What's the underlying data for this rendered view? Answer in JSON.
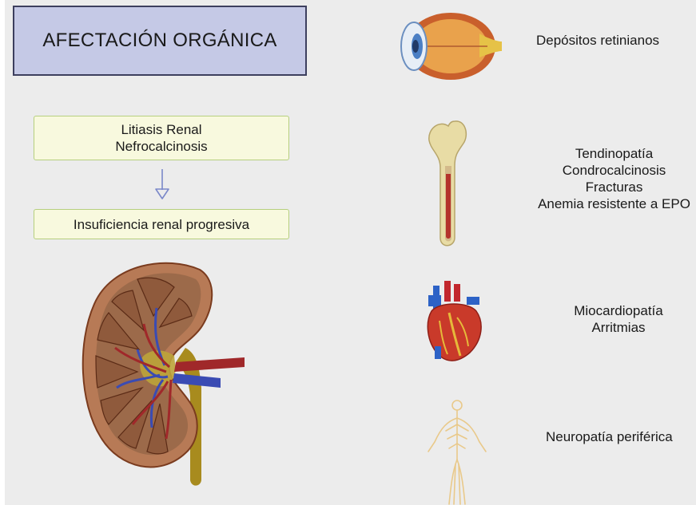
{
  "title": "AFECTACIÓN ORGÁNICA",
  "renal_box": {
    "line1": "Litiasis Renal",
    "line2": "Nefrocalcinosis"
  },
  "progression_box": "Insuficiencia renal progresiva",
  "organs": [
    {
      "icon": "eye-icon",
      "lines": [
        "Depósitos retinianos"
      ]
    },
    {
      "icon": "bone-icon",
      "lines": [
        "Tendinopatía",
        "Condrocalcinosis",
        "Fracturas",
        "Anemia resistente a EPO"
      ]
    },
    {
      "icon": "heart-icon",
      "lines": [
        "Miocardiopatía",
        "Arritmias"
      ]
    },
    {
      "icon": "nervous-system-icon",
      "lines": [
        "Neuropatía periférica"
      ]
    }
  ],
  "colors": {
    "background": "#ececec",
    "title_fill": "#c5c9e6",
    "box_fill": "#f8f9de",
    "box_border": "#b6cf7e",
    "arrow": "#7b88c9"
  }
}
